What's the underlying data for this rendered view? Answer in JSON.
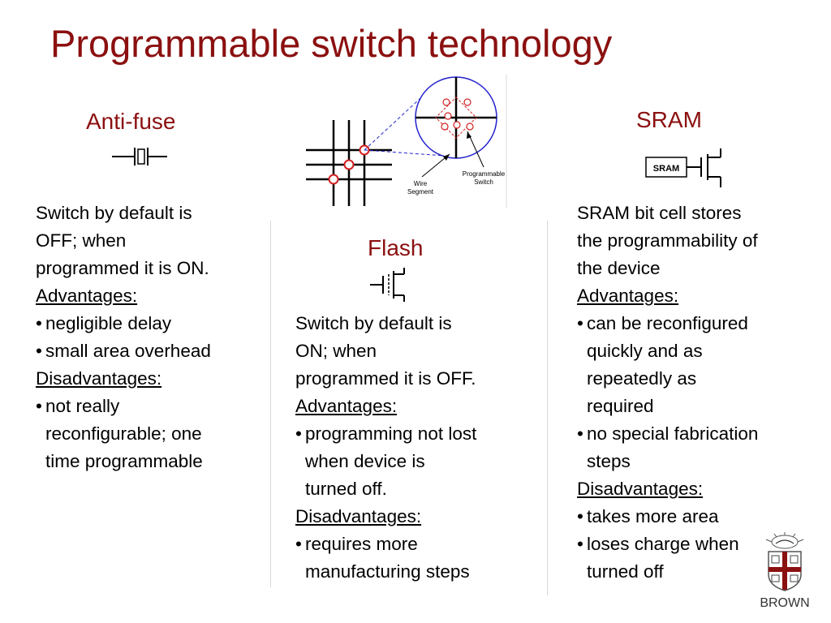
{
  "title": "Programmable switch technology",
  "antifuse": {
    "heading": "Anti-fuse",
    "line1": "Switch by default is",
    "line2": "OFF; when",
    "line3": "programmed it is ON.",
    "adv_label": "Advantages:",
    "adv": [
      "negligible delay",
      "small area overhead"
    ],
    "disadv_label": "Disadvantages:",
    "disadv": [
      "not really",
      "reconfigurable; one",
      "time programmable"
    ]
  },
  "flash": {
    "heading": "Flash",
    "line1": "Switch by default is",
    "line2": "ON; when",
    "line3": "programmed it is OFF.",
    "adv_label": "Advantages:",
    "adv": [
      "programming not lost",
      "when device is",
      "turned off."
    ],
    "disadv_label": "Disadvantages:",
    "disadv": [
      "requires more",
      "manufacturing steps"
    ]
  },
  "sram": {
    "heading": "SRAM",
    "box_label": "SRAM",
    "line1": "SRAM bit cell stores",
    "line2": "the programmability of",
    "line3": "the device",
    "adv_label": "Advantages:",
    "adv1": [
      "can be reconfigured",
      "quickly and as",
      "repeatedly as",
      "required"
    ],
    "adv2": [
      "no special fabrication",
      "steps"
    ],
    "disadv_label": "Disadvantages:",
    "disadv1": [
      "takes more area"
    ],
    "disadv2": [
      "loses charge when",
      "turned off"
    ]
  },
  "diagram": {
    "wire_label": [
      "Wire",
      "Segment"
    ],
    "switch_label": [
      "Programmable",
      "Switch"
    ]
  },
  "logo": {
    "text": "BROWN"
  },
  "colors": {
    "title": "#8b1010",
    "switch_circle": "#d22222",
    "zoom_circle": "#2222cc",
    "shield": "#8b1010"
  }
}
